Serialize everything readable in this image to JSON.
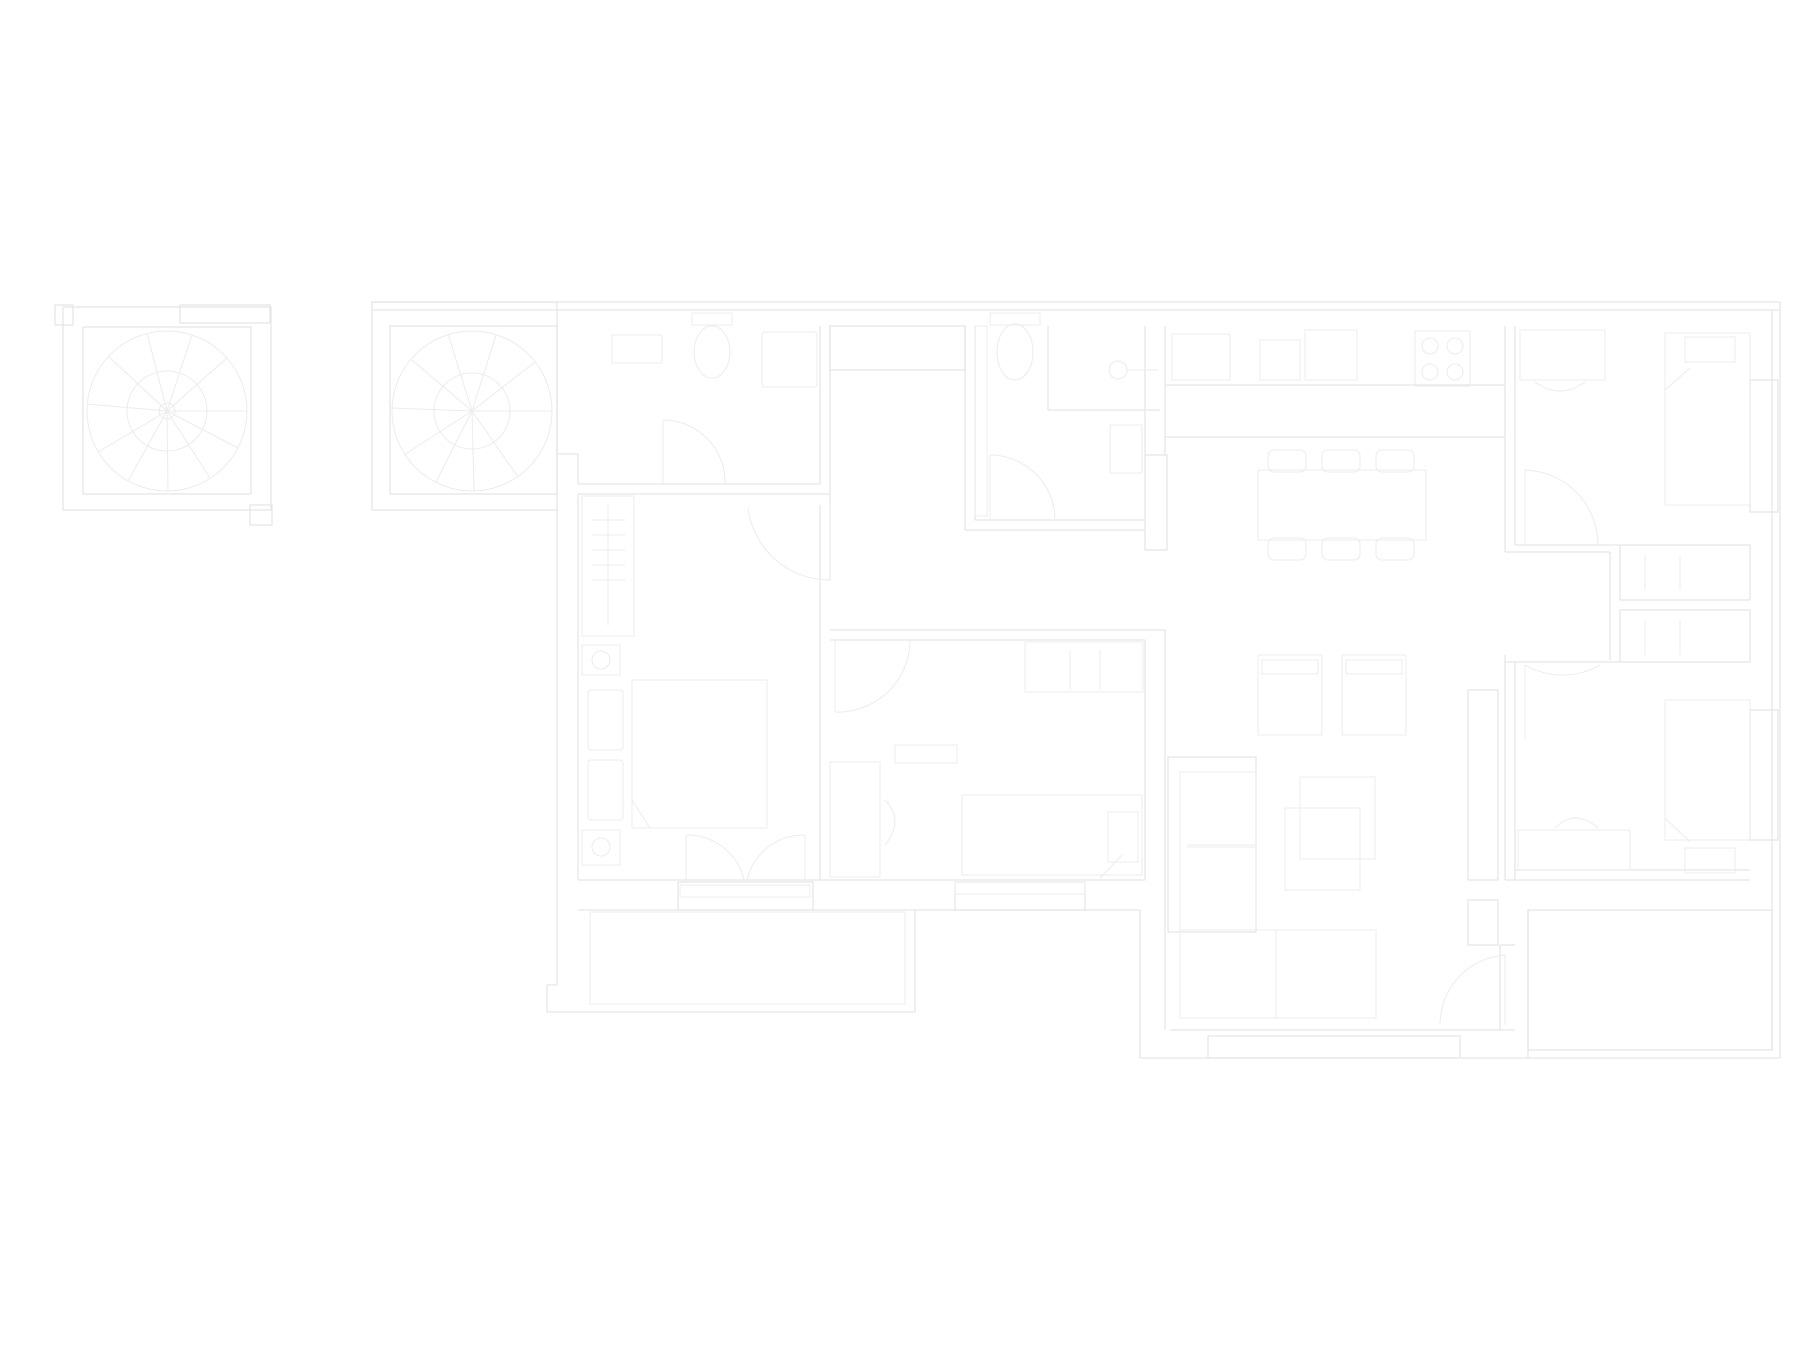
{
  "colors": {
    "background": "#ffffff",
    "wall_line": "#e6e6e6",
    "furniture_line": "#ececec"
  },
  "icons": {
    "stair": "spiral-staircase",
    "toilet": "toilet",
    "sink": "sink",
    "bath": "bathtub",
    "door": "door-swing",
    "bed": "bed",
    "sofa": "sofa",
    "table": "dining-table",
    "chair": "chair",
    "cooktop": "cooktop",
    "wardrobe": "wardrobe",
    "washer": "washing-machine"
  }
}
